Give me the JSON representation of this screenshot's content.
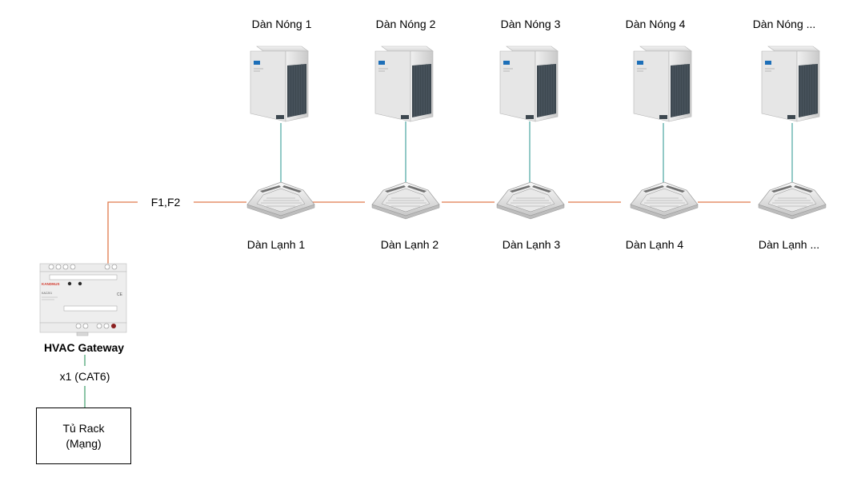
{
  "outdoor_units": [
    {
      "label": "Dàn Nóng 1"
    },
    {
      "label": "Dàn Nóng 2"
    },
    {
      "label": "Dàn Nóng 3"
    },
    {
      "label": "Dàn Nóng 4"
    },
    {
      "label": "Dàn Nóng ..."
    }
  ],
  "indoor_units": [
    {
      "label": "Dàn Lạnh 1"
    },
    {
      "label": "Dàn Lạnh 2"
    },
    {
      "label": "Dàn Lạnh 3"
    },
    {
      "label": "Dàn Lạnh 4"
    },
    {
      "label": "Dàn Lạnh ..."
    }
  ],
  "bus_label": "F1,F2",
  "gateway": {
    "label": "HVAC Gateway",
    "brand": "KANDNUS",
    "model": "KAC201",
    "mark": "CE"
  },
  "link_label": "x1 (CAT6)",
  "rack": {
    "line1": "Tủ Rack",
    "line2": "(Mạng)"
  },
  "colors": {
    "bus_line": "#e07a4c",
    "vertical_line": "#4aa5a0",
    "gateway_link": "#3f9e6a",
    "unit_body": "#e4e4e4",
    "fan_grille": "#3d4850",
    "brand_blue": "#1d6fb8"
  }
}
